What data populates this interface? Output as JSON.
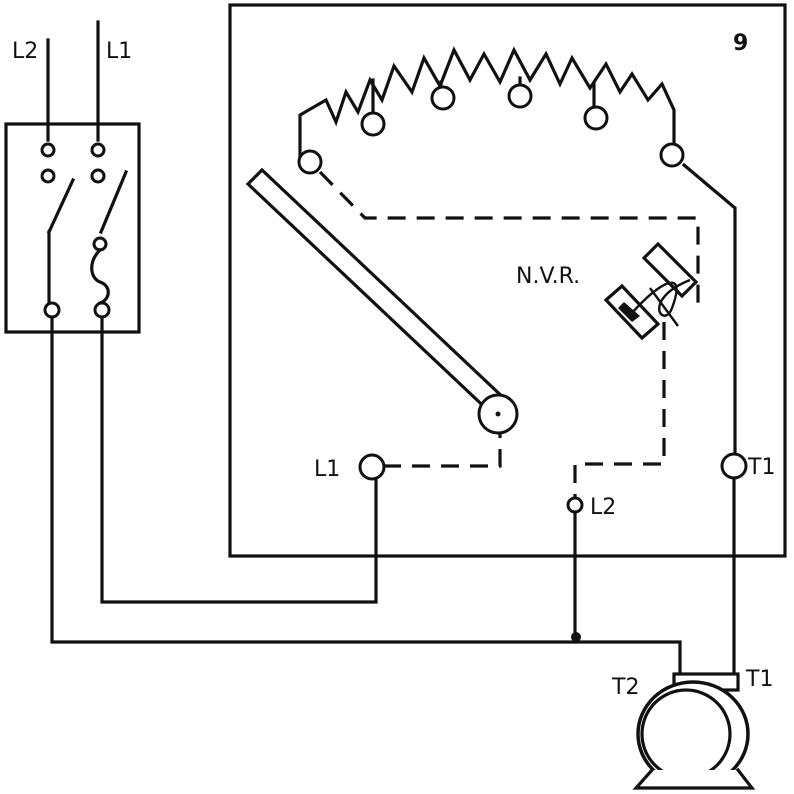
{
  "supply": {
    "l2": "L2",
    "l1": "L1"
  },
  "starter": {
    "nvr": "N.V.R.",
    "l1": "L1",
    "l2": "L2",
    "t1": "T1",
    "corner_mark": "9"
  },
  "motor": {
    "t2": "T2",
    "t1": "T1"
  },
  "colors": {
    "ink": "#111111",
    "paper": "#ffffff"
  }
}
